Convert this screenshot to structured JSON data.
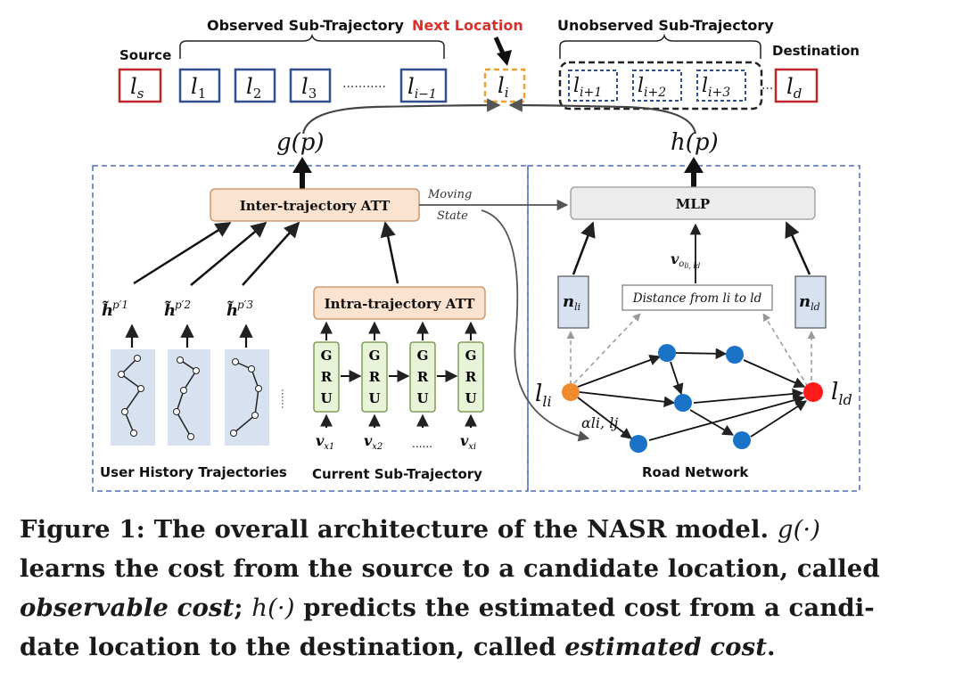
{
  "figure": {
    "top": {
      "source_label": "Source",
      "observed_label": "Observed Sub-Trajectory",
      "next_label": "Next Location",
      "unobserved_label": "Unobserved Sub-Trajectory",
      "destination_label": "Destination",
      "ellipsis": "...........",
      "ellipsis2": "...",
      "source_node": {
        "base": "l",
        "sub": "s"
      },
      "observed_nodes": [
        {
          "base": "l",
          "sub": "1"
        },
        {
          "base": "l",
          "sub": "2"
        },
        {
          "base": "l",
          "sub": "3"
        },
        {
          "base": "l",
          "sub": "i−1"
        }
      ],
      "next_node": {
        "base": "l",
        "sub": "i"
      },
      "unobserved_nodes": [
        {
          "base": "l",
          "sub": "i+1"
        },
        {
          "base": "l",
          "sub": "i+2"
        },
        {
          "base": "l",
          "sub": "i+3"
        }
      ],
      "destination_node": {
        "base": "l",
        "sub": "d"
      }
    },
    "g_label": "g(p)",
    "h_label": "h(p)",
    "left": {
      "inter_att": "Inter-trajectory ATT",
      "intra_att": "Intra-trajectory ATT",
      "moving_state": [
        "Moving",
        "State"
      ],
      "history_labels": [
        "p′1",
        "p′2",
        "p′3"
      ],
      "history_caption": "User History Trajectories",
      "current_caption": "Current Sub-Trajectory",
      "gru_letters": [
        "G",
        "R",
        "U"
      ],
      "input_subs": [
        "x1",
        "x2",
        "xi"
      ],
      "input_dots": "......",
      "side_dots": "......"
    },
    "right": {
      "mlp": "MLP",
      "vo_sub": "o",
      "vo_subsub": "li, ld",
      "distance_label": "Distance from li to ld",
      "n_li_sub": "li",
      "n_ld_sub": "ld",
      "li_label": "li",
      "ld_label": "ld",
      "alpha_label": "αli, lj",
      "road_caption": "Road Network"
    },
    "colors": {
      "red_box": "#c0272d",
      "blue_box": "#2f4f8f",
      "orange": "#f0a030",
      "next_red": "#d9302c",
      "panel_dash": "#4f6fb8",
      "att_fill": "#fbe3cf",
      "gru_fill": "#e8f3d8",
      "mlp_fill": "#ececec",
      "node_blue": "#1a73c7",
      "node_orange": "#f08a2e",
      "node_red": "#ff1a1a"
    }
  },
  "caption": {
    "line1_a": "Figure 1: The overall architecture of the NASR model.",
    "line1_g": "g(·)",
    "line2": "learns the cost from the source to a candidate location, called",
    "line3_a": "observable cost",
    "line3_b": "; ",
    "line3_h": "h(·)",
    "line3_c": " predicts the estimated cost from a candi-",
    "line4_a": "date location to the destination, called ",
    "line4_b": "estimated cost",
    "line4_c": "."
  }
}
